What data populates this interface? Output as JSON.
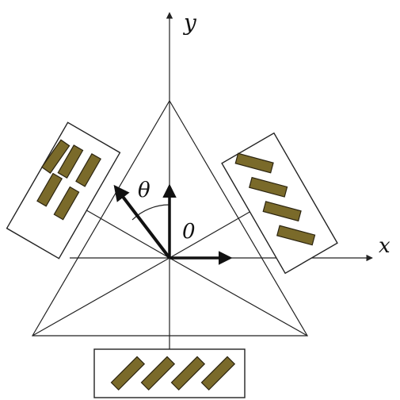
{
  "labels": {
    "y_axis": "y",
    "x_axis": "x",
    "angle": "θ",
    "origin": "0"
  },
  "colors": {
    "line": "#222222",
    "magnet_fill": "#7a6a2a",
    "magnet_stroke": "#2b2410",
    "background": "#ffffff"
  }
}
